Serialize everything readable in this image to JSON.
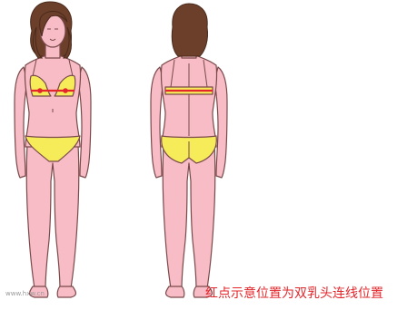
{
  "caption": "红点示意位置为双乳头连线位置",
  "watermark": "www.hxw.cn",
  "colors": {
    "skin": "#f7bcc6",
    "outline": "#7a4a4a",
    "bikini": "#f6ec5a",
    "hair": "#6b3f2a",
    "marker": "#e3262b",
    "caption": "#e3262b"
  },
  "figures": [
    {
      "view": "front",
      "name": "front-figure"
    },
    {
      "view": "back",
      "name": "back-figure"
    }
  ]
}
